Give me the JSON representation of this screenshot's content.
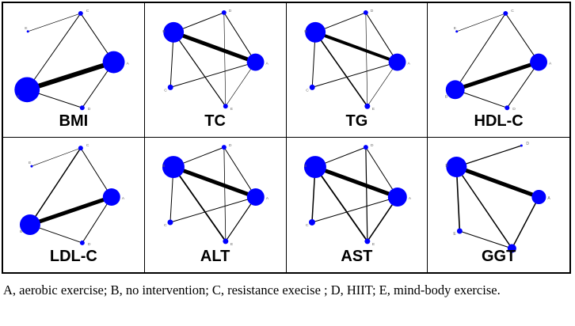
{
  "panels": [
    {
      "label": "BMI",
      "nodes": {
        "A": {
          "r": 14
        },
        "B": {
          "r": 16
        },
        "C": {
          "r": 3
        },
        "D": {
          "r": 3
        },
        "E": {
          "r": 1.5
        }
      },
      "edges": [
        [
          "A",
          "B",
          6
        ],
        [
          "A",
          "C",
          1
        ],
        [
          "B",
          "C",
          1
        ],
        [
          "A",
          "D",
          1
        ],
        [
          "B",
          "D",
          1
        ],
        [
          "C",
          "E",
          0.6
        ]
      ]
    },
    {
      "label": "TC",
      "nodes": {
        "A": {
          "r": 11
        },
        "B": {
          "r": 13
        },
        "C": {
          "r": 3.5
        },
        "D": {
          "r": 3
        },
        "E": {
          "r": 3
        }
      },
      "edges": [
        [
          "A",
          "B",
          5
        ],
        [
          "A",
          "C",
          1
        ],
        [
          "B",
          "C",
          1
        ],
        [
          "A",
          "D",
          1
        ],
        [
          "B",
          "D",
          1
        ],
        [
          "B",
          "E",
          1.2
        ],
        [
          "A",
          "E",
          0.6
        ],
        [
          "D",
          "E",
          0.6
        ]
      ]
    },
    {
      "label": "TG",
      "nodes": {
        "A": {
          "r": 11
        },
        "B": {
          "r": 13
        },
        "C": {
          "r": 3.5
        },
        "D": {
          "r": 3
        },
        "E": {
          "r": 3.5
        }
      },
      "edges": [
        [
          "A",
          "B",
          4
        ],
        [
          "A",
          "C",
          1
        ],
        [
          "B",
          "C",
          1
        ],
        [
          "A",
          "D",
          1
        ],
        [
          "B",
          "D",
          1
        ],
        [
          "B",
          "E",
          1.6
        ],
        [
          "A",
          "E",
          0.6
        ],
        [
          "D",
          "E",
          0.6
        ]
      ]
    },
    {
      "label": "HDL-C",
      "nodes": {
        "A": {
          "r": 11
        },
        "B": {
          "r": 12
        },
        "C": {
          "r": 3
        },
        "D": {
          "r": 3
        },
        "E": {
          "r": 1.5
        }
      },
      "edges": [
        [
          "A",
          "B",
          5
        ],
        [
          "A",
          "C",
          1
        ],
        [
          "B",
          "C",
          1
        ],
        [
          "A",
          "D",
          1
        ],
        [
          "B",
          "D",
          1
        ],
        [
          "C",
          "E",
          0.6
        ]
      ]
    },
    {
      "label": "LDL-C",
      "nodes": {
        "A": {
          "r": 11
        },
        "B": {
          "r": 13
        },
        "C": {
          "r": 3
        },
        "D": {
          "r": 3
        },
        "E": {
          "r": 1.5
        }
      },
      "edges": [
        [
          "A",
          "B",
          5
        ],
        [
          "A",
          "C",
          1
        ],
        [
          "B",
          "C",
          1.5
        ],
        [
          "A",
          "D",
          1
        ],
        [
          "B",
          "D",
          1
        ],
        [
          "C",
          "E",
          0.6
        ]
      ]
    },
    {
      "label": "ALT",
      "nodes": {
        "A": {
          "r": 11
        },
        "B": {
          "r": 14
        },
        "C": {
          "r": 3.5
        },
        "D": {
          "r": 3
        },
        "E": {
          "r": 3.5
        }
      },
      "edges": [
        [
          "A",
          "B",
          5
        ],
        [
          "A",
          "C",
          1
        ],
        [
          "B",
          "C",
          1
        ],
        [
          "A",
          "D",
          1
        ],
        [
          "B",
          "D",
          1
        ],
        [
          "B",
          "E",
          1.8
        ],
        [
          "A",
          "E",
          1.2
        ],
        [
          "D",
          "E",
          0.8
        ]
      ]
    },
    {
      "label": "AST",
      "nodes": {
        "A": {
          "r": 12
        },
        "B": {
          "r": 14
        },
        "C": {
          "r": 4
        },
        "D": {
          "r": 3
        },
        "E": {
          "r": 3.5
        }
      },
      "edges": [
        [
          "A",
          "B",
          5
        ],
        [
          "A",
          "C",
          1
        ],
        [
          "B",
          "C",
          1.5
        ],
        [
          "A",
          "D",
          1
        ],
        [
          "B",
          "D",
          1
        ],
        [
          "B",
          "E",
          1.8
        ],
        [
          "A",
          "E",
          1.6
        ],
        [
          "D",
          "E",
          1.2
        ]
      ]
    },
    {
      "label": "GGT",
      "nodes": {
        "A": {
          "r": 9
        },
        "B": {
          "r": 13
        },
        "C": {
          "r": 5.5
        },
        "D": {
          "r": 1.5
        },
        "E": {
          "r": 3.5
        }
      },
      "edges": [
        [
          "A",
          "B",
          5
        ],
        [
          "A",
          "C",
          1.5
        ],
        [
          "B",
          "C",
          1.5
        ],
        [
          "B",
          "D",
          1.2
        ],
        [
          "B",
          "E",
          1.6
        ],
        [
          "C",
          "E",
          1
        ]
      ]
    }
  ],
  "caption_text": "A, aerobic exercise; B, no intervention; C, resistance execise ; D, HIIT; E, mind-body exercise.",
  "colors": {
    "node": "#0000ff",
    "edge": "#000000",
    "node_label": "#666666"
  }
}
